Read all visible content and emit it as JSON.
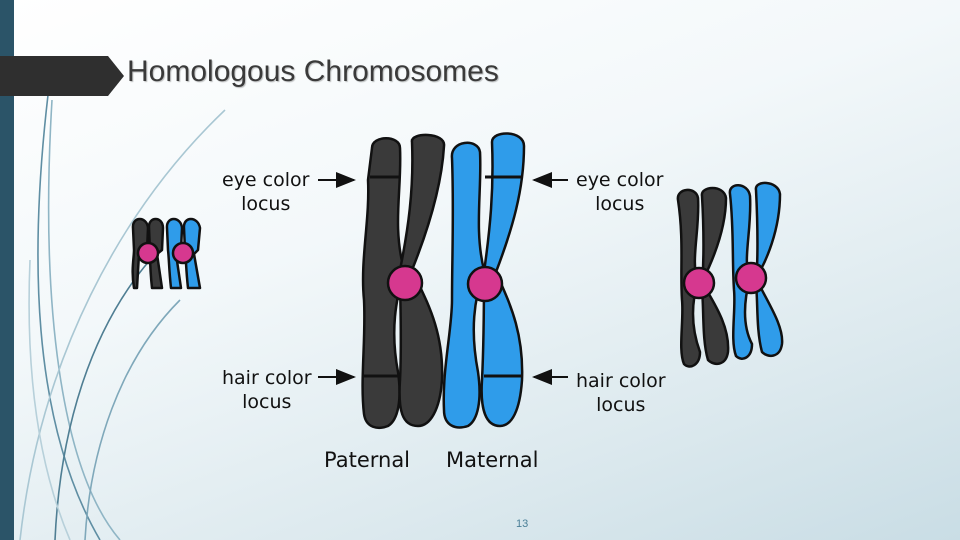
{
  "slide": {
    "title": "Homologous Chromosomes",
    "page_number": "13"
  },
  "labels": {
    "eye_left": [
      "eye color",
      "locus"
    ],
    "eye_right": [
      "eye color",
      "locus"
    ],
    "hair_left": [
      "hair color",
      "locus"
    ],
    "hair_right": [
      "hair color",
      "locus"
    ],
    "paternal": "Paternal",
    "maternal": "Maternal"
  },
  "colors": {
    "sidebar": "#2b5468",
    "title_tab": "#2f2f2f",
    "paternal": "#3a3a3a",
    "maternal": "#2f9cea",
    "centromere": "#d6388f",
    "outline": "#111111"
  }
}
